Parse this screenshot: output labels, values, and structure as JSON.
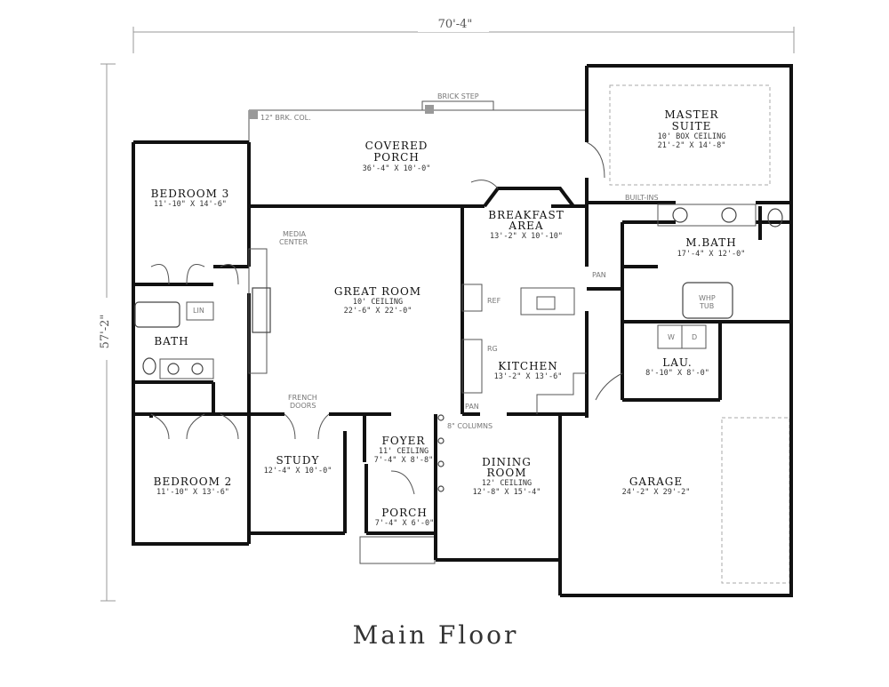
{
  "dimensions": {
    "width": "70'-4\"",
    "depth": "57'-2\""
  },
  "caption": "Main Floor",
  "rooms": {
    "master": {
      "name1": "MASTER",
      "name2": "SUITE",
      "ceiling": "10' BOX CEILING",
      "size": "21'-2\" X 14'-8\""
    },
    "porch_cov": {
      "name1": "COVERED",
      "name2": "PORCH",
      "size": "36'-4\" X 10'-0\""
    },
    "bed3": {
      "name": "BEDROOM 3",
      "size": "11'-10\" X 14'-6\""
    },
    "breakfast": {
      "name1": "BREAKFAST",
      "name2": "AREA",
      "size": "13'-2\" X 10'-10\""
    },
    "mbath": {
      "name": "M.BATH",
      "size": "17'-4\" X 12'-0\""
    },
    "great": {
      "name": "GREAT ROOM",
      "ceiling": "10' CEILING",
      "size": "22'-6\" X 22'-0\""
    },
    "bath": {
      "name": "BATH"
    },
    "kitchen": {
      "name": "KITCHEN",
      "size": "13'-2\" X 13'-6\""
    },
    "lau": {
      "name": "LAU.",
      "size": "8'-10\" X 8'-0\""
    },
    "foyer": {
      "name": "FOYER",
      "ceiling": "11' CEILING",
      "size": "7'-4\" X 8'-8\""
    },
    "dining": {
      "name1": "DINING",
      "name2": "ROOM",
      "ceiling": "12' CEILING",
      "size": "12'-8\" X 15'-4\""
    },
    "study": {
      "name": "STUDY",
      "size": "12'-4\" X 10'-0\""
    },
    "bed2": {
      "name": "BEDROOM 2",
      "size": "11'-10\" X 13'-6\""
    },
    "garage": {
      "name": "GARAGE",
      "size": "24'-2\" X 29'-2\""
    },
    "porch": {
      "name": "PORCH",
      "size": "7'-4\" X 6'-0\""
    }
  },
  "notes": {
    "brick_step": "BRICK STEP",
    "brk_col": "12\" BRK. COL.",
    "built_ins": "BUILT-INS",
    "media1": "MEDIA",
    "media2": "CENTER",
    "lin": "LIN",
    "ref": "REF",
    "pan1": "PAN",
    "pan2": "PAN",
    "rg": "RG",
    "whp1": "WHP",
    "whp2": "TUB",
    "french1": "FRENCH",
    "french2": "DOORS",
    "columns": "8\" COLUMNS",
    "w": "W",
    "d": "D"
  }
}
